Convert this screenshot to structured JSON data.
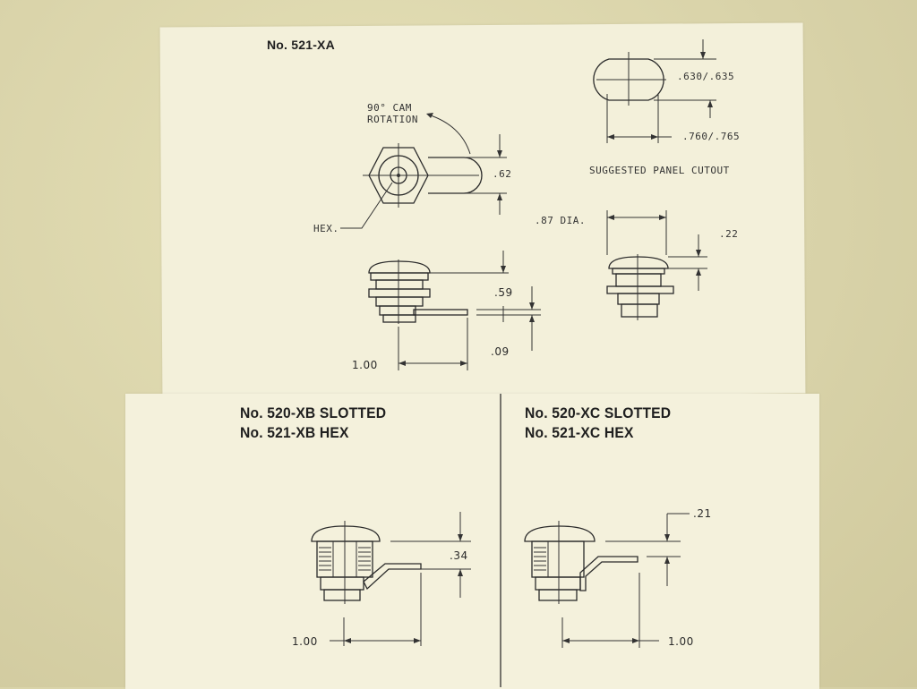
{
  "top": {
    "title": "No. 521-XA",
    "cam_rotation": [
      "90° CAM",
      "ROTATION"
    ],
    "hex_label": "HEX.",
    "dim_062": ".62",
    "dim_059": ".59",
    "dim_009": ".09",
    "dim_100": "1.00",
    "cutout_dim_h": ".630/.635",
    "cutout_dim_w": ".760/.765",
    "cutout_caption": "SUGGESTED PANEL CUTOUT",
    "dia_label": ".87 DIA.",
    "dim_022": ".22"
  },
  "bottom_left": {
    "title_line1": "No. 520-XB SLOTTED",
    "title_line2": "No. 521-XB HEX",
    "dim_034": ".34",
    "dim_100": "1.00"
  },
  "bottom_right": {
    "title_line1": "No. 520-XC SLOTTED",
    "title_line2": "No. 521-XC HEX",
    "dim_021": ".21",
    "dim_100": "1.00"
  }
}
